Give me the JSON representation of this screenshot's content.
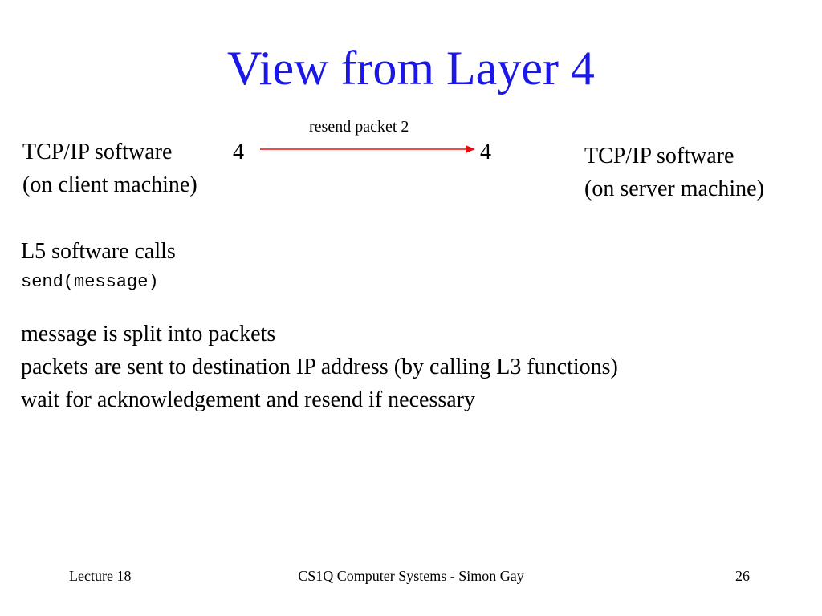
{
  "slide": {
    "title": "View from Layer 4",
    "client": {
      "line1": "TCP/IP software",
      "line2": "(on client machine)",
      "layer_number": "4"
    },
    "server": {
      "line1": "TCP/IP software",
      "line2": "(on server machine)",
      "layer_number": "4"
    },
    "arrow": {
      "label": "resend packet 2",
      "color": "#e01010"
    },
    "call": {
      "line1": "L5 software calls",
      "code": "send(message)"
    },
    "steps": [
      "message is split into packets",
      "packets are sent to destination IP address (by calling L3 functions)",
      "wait for acknowledgement and resend if necessary"
    ],
    "title_color": "#1a17e8"
  },
  "footer": {
    "left": "Lecture 18",
    "center": "CS1Q Computer Systems - Simon Gay",
    "right": "26"
  }
}
